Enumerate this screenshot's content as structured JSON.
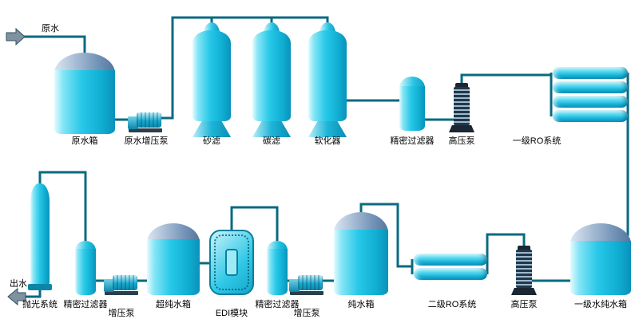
{
  "labels": {
    "inlet": "原水",
    "outlet": "出水",
    "raw_water_tank": "原水箱",
    "raw_water_booster_pump": "原水增压泵",
    "sand_filter": "砂滤",
    "carbon_filter": "碳滤",
    "softener": "软化器",
    "precision_filter_top": "精密过滤器",
    "high_pressure_pump_top": "高压泵",
    "ro_system_stage1": "一级RO系统",
    "polishing_system": "抛光系统",
    "precision_filter_b1": "精密过滤器",
    "booster_pump_b1": "增压泵",
    "ultrapure_water_tank": "超纯水箱",
    "edi_module": "EDI模块",
    "precision_filter_b2": "精密过滤器",
    "booster_pump_b2": "增压泵",
    "pure_water_tank": "纯水箱",
    "ro_system_stage2": "二级RO系统",
    "high_pressure_pump_bottom": "高压泵",
    "stage1_pure_water_tank": "一级水纯水箱"
  },
  "icons": {
    "inlet_arrow": "right-arrow",
    "outlet_arrow": "left-arrow"
  },
  "colors": {
    "equipment_cyan": "#1fc8e8",
    "pipe_teal": "#0a6a80",
    "dome_gray_blue": "#7595b8",
    "pump_dark": "#1a2733",
    "background": "#ffffff"
  }
}
